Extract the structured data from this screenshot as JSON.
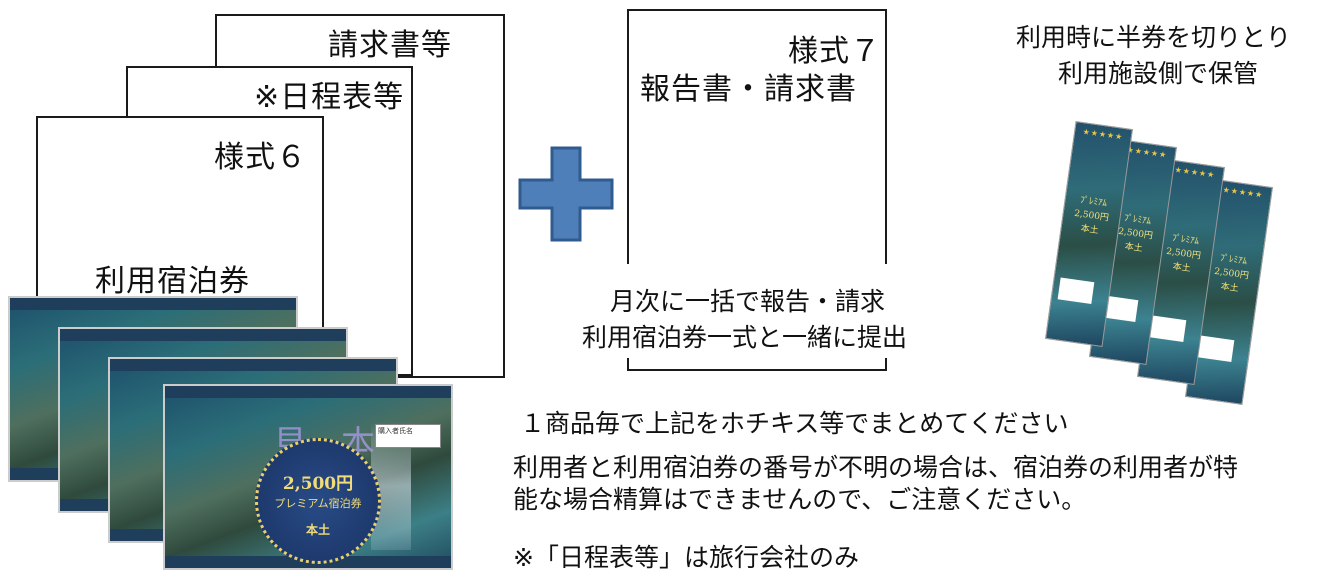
{
  "documents": {
    "invoice": "請求書等",
    "schedule": "※日程表等",
    "form6": "様式６",
    "voucher": "利用宿泊券",
    "form7": "様式７",
    "report_invoice": "報告書・請求書"
  },
  "monthly_note": {
    "line1": "月次に一括で報告・請求",
    "line2": "利用宿泊券一式と一緒に提出"
  },
  "stub_note": {
    "line1": "利用時に半券を切りとり",
    "line2": "利用施設側で保管"
  },
  "instructions": {
    "line1": "１商品毎で上記をホチキス等でまとめてください",
    "line2": "利用者と利用宿泊券の番号が不明の場合は、宿泊券の利用者が特",
    "line3": "能な場合精算はできませんので、ご注意ください。",
    "line4": "※「日程表等」は旅行会社のみ"
  },
  "ticket": {
    "sample_mark": "見　本",
    "price": "2,500円",
    "name": "プレミアム宿泊券",
    "region": "本土",
    "name_box": "購入者氏名"
  },
  "colors": {
    "plus": "#4f7fb8",
    "plus_border": "#2f5b8f",
    "seal_gold": "#d9b648"
  },
  "icons": {
    "plus": "plus-icon"
  }
}
